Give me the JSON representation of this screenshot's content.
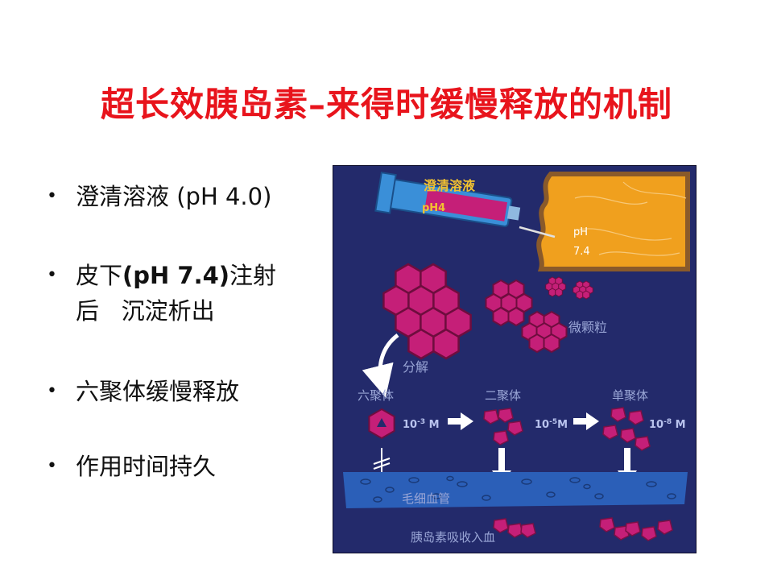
{
  "title": "超长效胰岛素–来得时缓慢释放的机制",
  "bullets": {
    "b1": "澄清溶液 (pH 4.0)",
    "b2_pre": "皮下",
    "b2_bold": "(pH 7.4)",
    "b2_post": "注射",
    "b2_line2": "后   沉淀析出",
    "b3": "六聚体缓慢释放",
    "b4": "作用时间持久",
    "marker": "•"
  },
  "diagram": {
    "syringe_label": "澄清溶液",
    "syringe_ph": "pH4",
    "tissue_ph_1": "pH",
    "tissue_ph_2": "7.4",
    "microparticle_label": "微颗粒",
    "dissociate_label": "分解",
    "hexamer_label": "六聚体",
    "dimer_label": "二聚体",
    "monomer_label": "单聚体",
    "conc1_base": "10",
    "conc1_exp": "-3",
    "conc1_unit": " M",
    "conc2_base": "10",
    "conc2_exp": "-5",
    "conc2_unit": "M",
    "conc3_base": "10",
    "conc3_exp": "-8",
    "conc3_unit": " M",
    "capillary_label": "毛细血管",
    "absorb_label": "胰岛素吸收入血",
    "colors": {
      "background": "#232a6b",
      "insulin": "#c51f78",
      "tissue": "#f0a01e",
      "arrow": "#ffffff"
    }
  }
}
